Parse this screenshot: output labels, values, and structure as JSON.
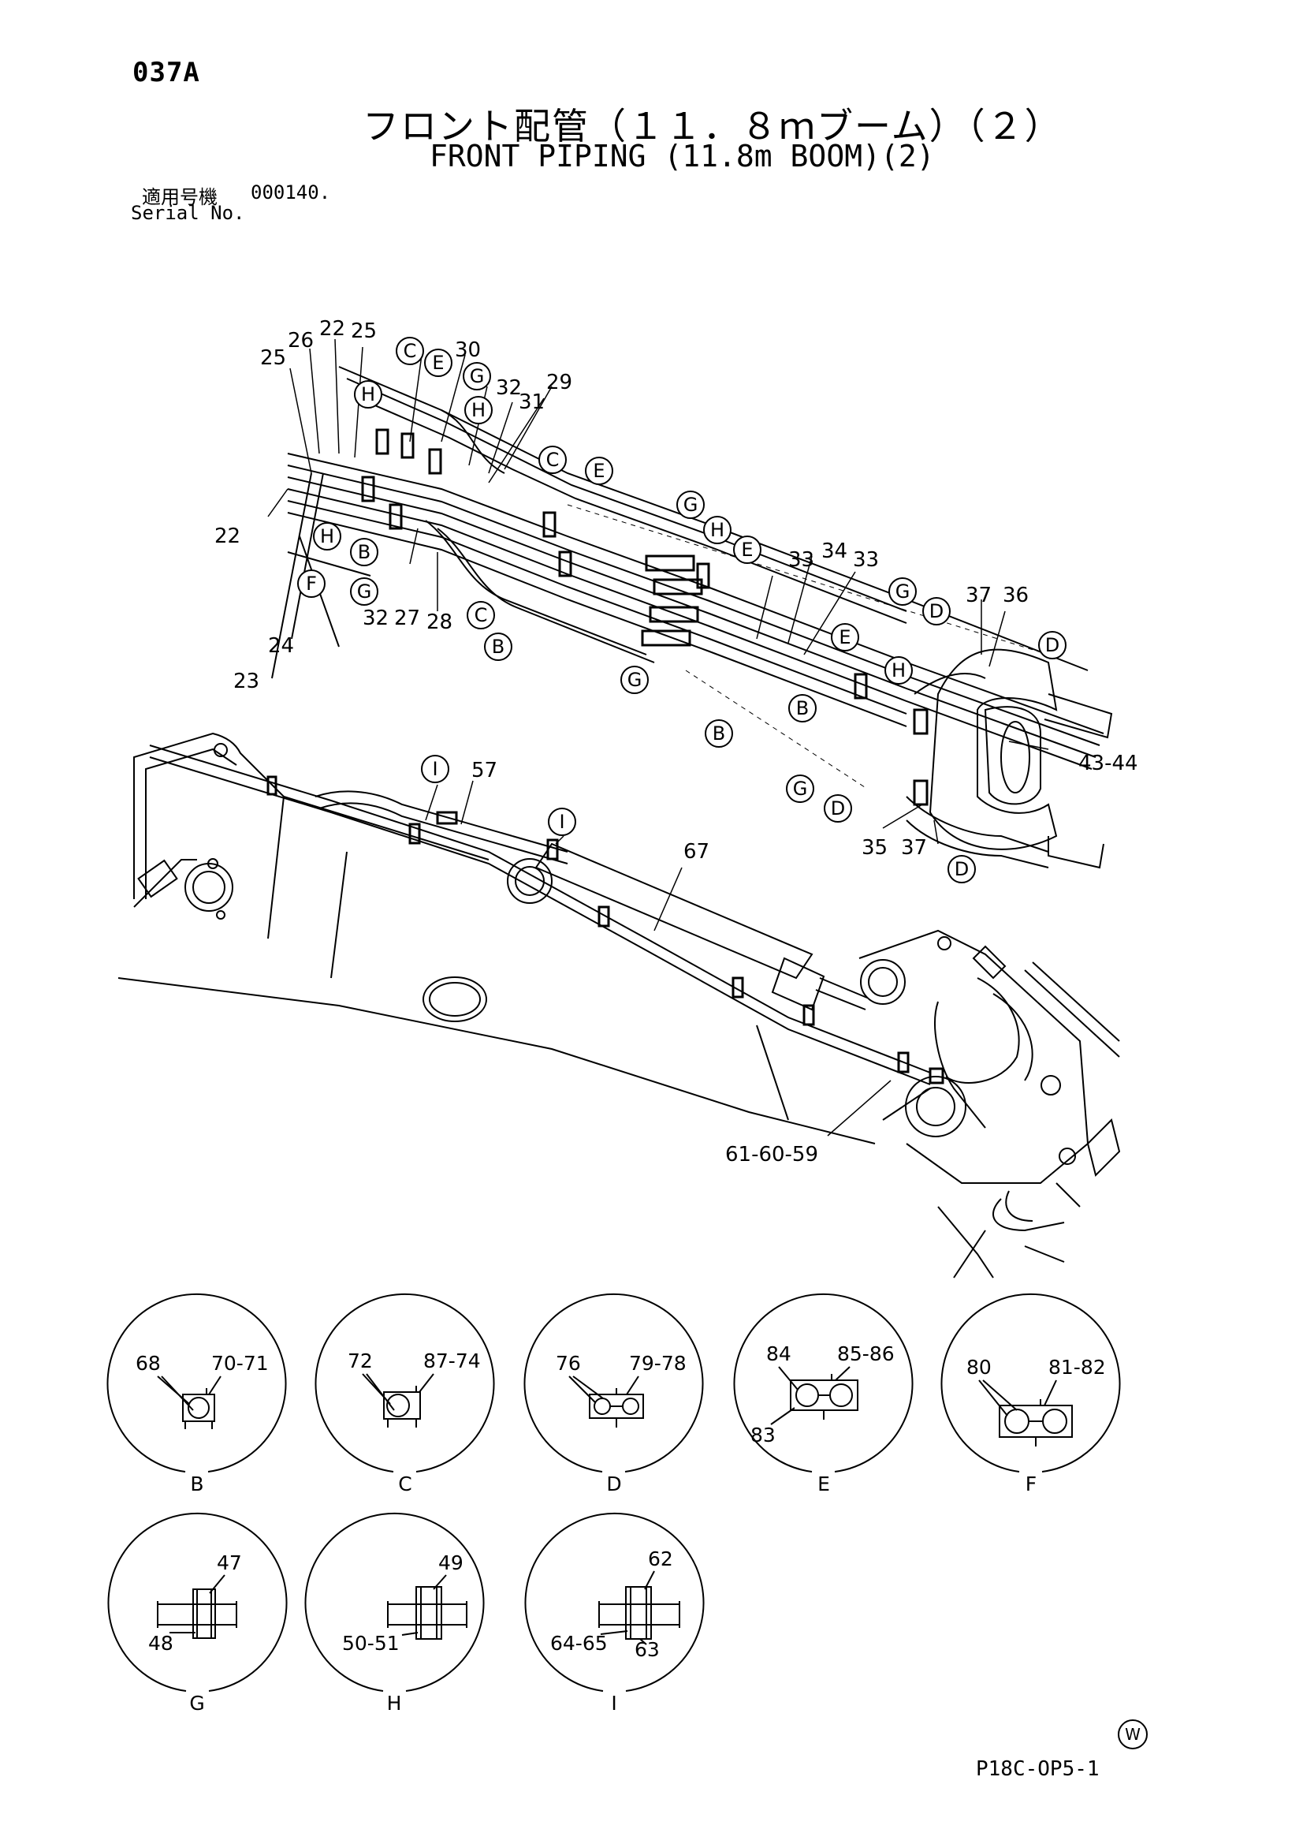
{
  "header": {
    "page_code": "037A",
    "title_jp": "フロント配管（１１．８ｍブーム）（２）",
    "title_en": "FRONT PIPING (11.8m BOOM)(2)",
    "serial_label_jp": "適用号機",
    "serial_value": "000140.",
    "serial_label_en": "Serial No."
  },
  "footer": {
    "doc_code": "P18C-OP5-1",
    "w_mark": "W"
  },
  "callouts": {
    "n25a": "25",
    "n26": "26",
    "n22a": "22",
    "n25b": "25",
    "n30": "30",
    "n32a": "32",
    "n29": "29",
    "n31": "31",
    "n22b": "22",
    "n32b": "32",
    "n27": "27",
    "n28": "28",
    "n24": "24",
    "n23": "23",
    "n33a": "33",
    "n34": "34",
    "n33b": "33",
    "n37a": "37",
    "n36": "36",
    "n4344": "43-44",
    "n35": "35",
    "n37b": "37",
    "n57": "57",
    "n67": "67",
    "n616059": "61-60-59"
  },
  "circle_letters": {
    "c1": "C",
    "e1": "E",
    "g1": "G",
    "h1": "H",
    "h2": "H",
    "c2": "C",
    "e2": "E",
    "h3": "H",
    "b1": "B",
    "f1": "F",
    "g2": "G",
    "c3": "C",
    "b2": "B",
    "g3": "G",
    "h4": "H",
    "e3": "E",
    "g4": "G",
    "b3": "B",
    "g5": "G",
    "d1": "D",
    "d2": "D",
    "e4": "E",
    "h5": "H",
    "b4": "B",
    "g6": "G",
    "d3": "D",
    "d4": "D",
    "i1": "I",
    "i2": "I"
  },
  "details": [
    {
      "letter": "B",
      "labels": [
        "68",
        "70-71"
      ]
    },
    {
      "letter": "C",
      "labels": [
        "72",
        "87-74"
      ]
    },
    {
      "letter": "D",
      "labels": [
        "76",
        "79-78"
      ]
    },
    {
      "letter": "E",
      "labels": [
        "84",
        "85-86",
        "83"
      ]
    },
    {
      "letter": "F",
      "labels": [
        "80",
        "81-82"
      ]
    },
    {
      "letter": "G",
      "labels": [
        "47",
        "48"
      ]
    },
    {
      "letter": "H",
      "labels": [
        "49",
        "50-51"
      ]
    },
    {
      "letter": "I",
      "labels": [
        "62",
        "64-65",
        "63"
      ]
    }
  ]
}
